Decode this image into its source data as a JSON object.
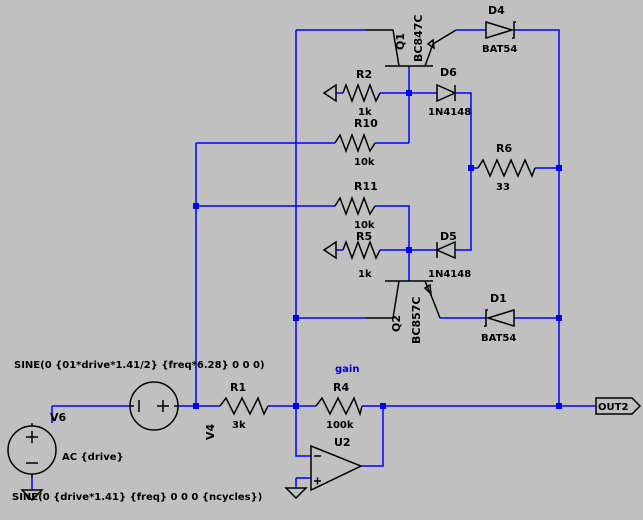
{
  "components": {
    "V6": {
      "name": "V6",
      "value": "AC {drive}",
      "directive": "SINE(0 {drive*1.41} {freq} 0 0 0 {ncycles})"
    },
    "V4": {
      "name": "V4",
      "directive": "SINE(0 {01*drive*1.41/2} {freq*6.28} 0 0 0)"
    },
    "R1": {
      "name": "R1",
      "value": "3k"
    },
    "R4": {
      "name": "R4",
      "value": "100k",
      "param": "gain"
    },
    "U2": {
      "name": "U2"
    },
    "Q1": {
      "name": "Q1",
      "value": "BC847C"
    },
    "Q2": {
      "name": "Q2",
      "value": "BC857C"
    },
    "D4": {
      "name": "D4",
      "value": "BAT54"
    },
    "D1": {
      "name": "D1",
      "value": "BAT54"
    },
    "D6": {
      "name": "D6",
      "value": "1N4148"
    },
    "D5": {
      "name": "D5",
      "value": "1N4148"
    },
    "R2": {
      "name": "R2",
      "value": "1k"
    },
    "R5": {
      "name": "R5",
      "value": "1k"
    },
    "R10": {
      "name": "R10",
      "value": "10k"
    },
    "R11": {
      "name": "R11",
      "value": "10k"
    },
    "R6": {
      "name": "R6",
      "value": "33"
    }
  },
  "nets": {
    "out": "OUT2"
  },
  "colors": {
    "background": "#c0c0c0",
    "wire": "#0000ff",
    "component": "#000000",
    "param_text": "#0000cc"
  }
}
